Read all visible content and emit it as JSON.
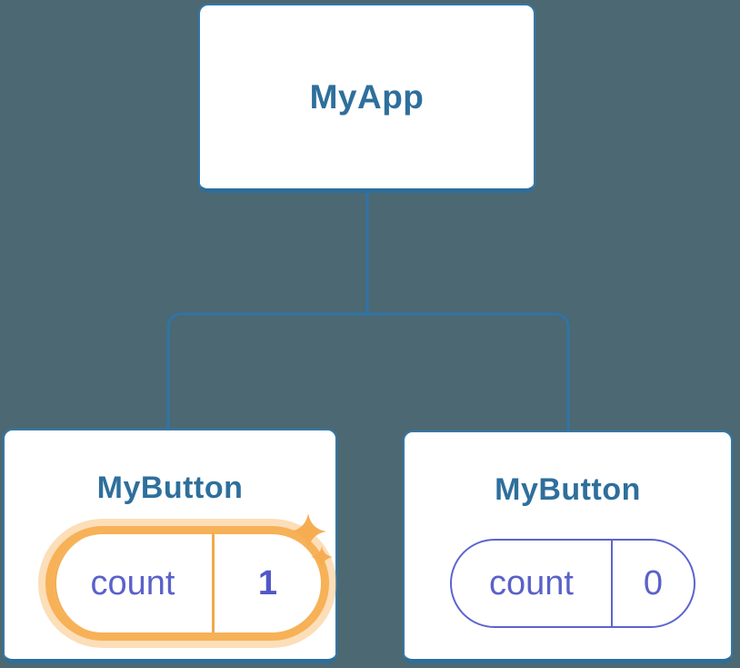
{
  "colors": {
    "background": "#4C6872",
    "card_fill": "#FFFFFF",
    "card_border": "#3377A8",
    "card_border_bottom": "#2E6D9B",
    "connector_line": "#2F74A6",
    "component_name_text": "#2E6F9C",
    "state_text": "#5A61C9",
    "state_value_bold_text": "#5157C7",
    "state_pill_border": "#5D64D0",
    "highlight_ring": "#F7B157",
    "highlight_halo": "rgba(247,177,87,0.42)",
    "sparkle": "#F6AD52"
  },
  "icons": {
    "sparkle": "four-point-star ✦"
  },
  "tree": {
    "root": {
      "label": "MyApp"
    },
    "children": [
      {
        "label": "MyButton",
        "state": {
          "key": "count",
          "value": "1"
        },
        "highlighted": true,
        "sparkles": true
      },
      {
        "label": "MyButton",
        "state": {
          "key": "count",
          "value": "0"
        },
        "highlighted": false,
        "sparkles": false
      }
    ]
  }
}
